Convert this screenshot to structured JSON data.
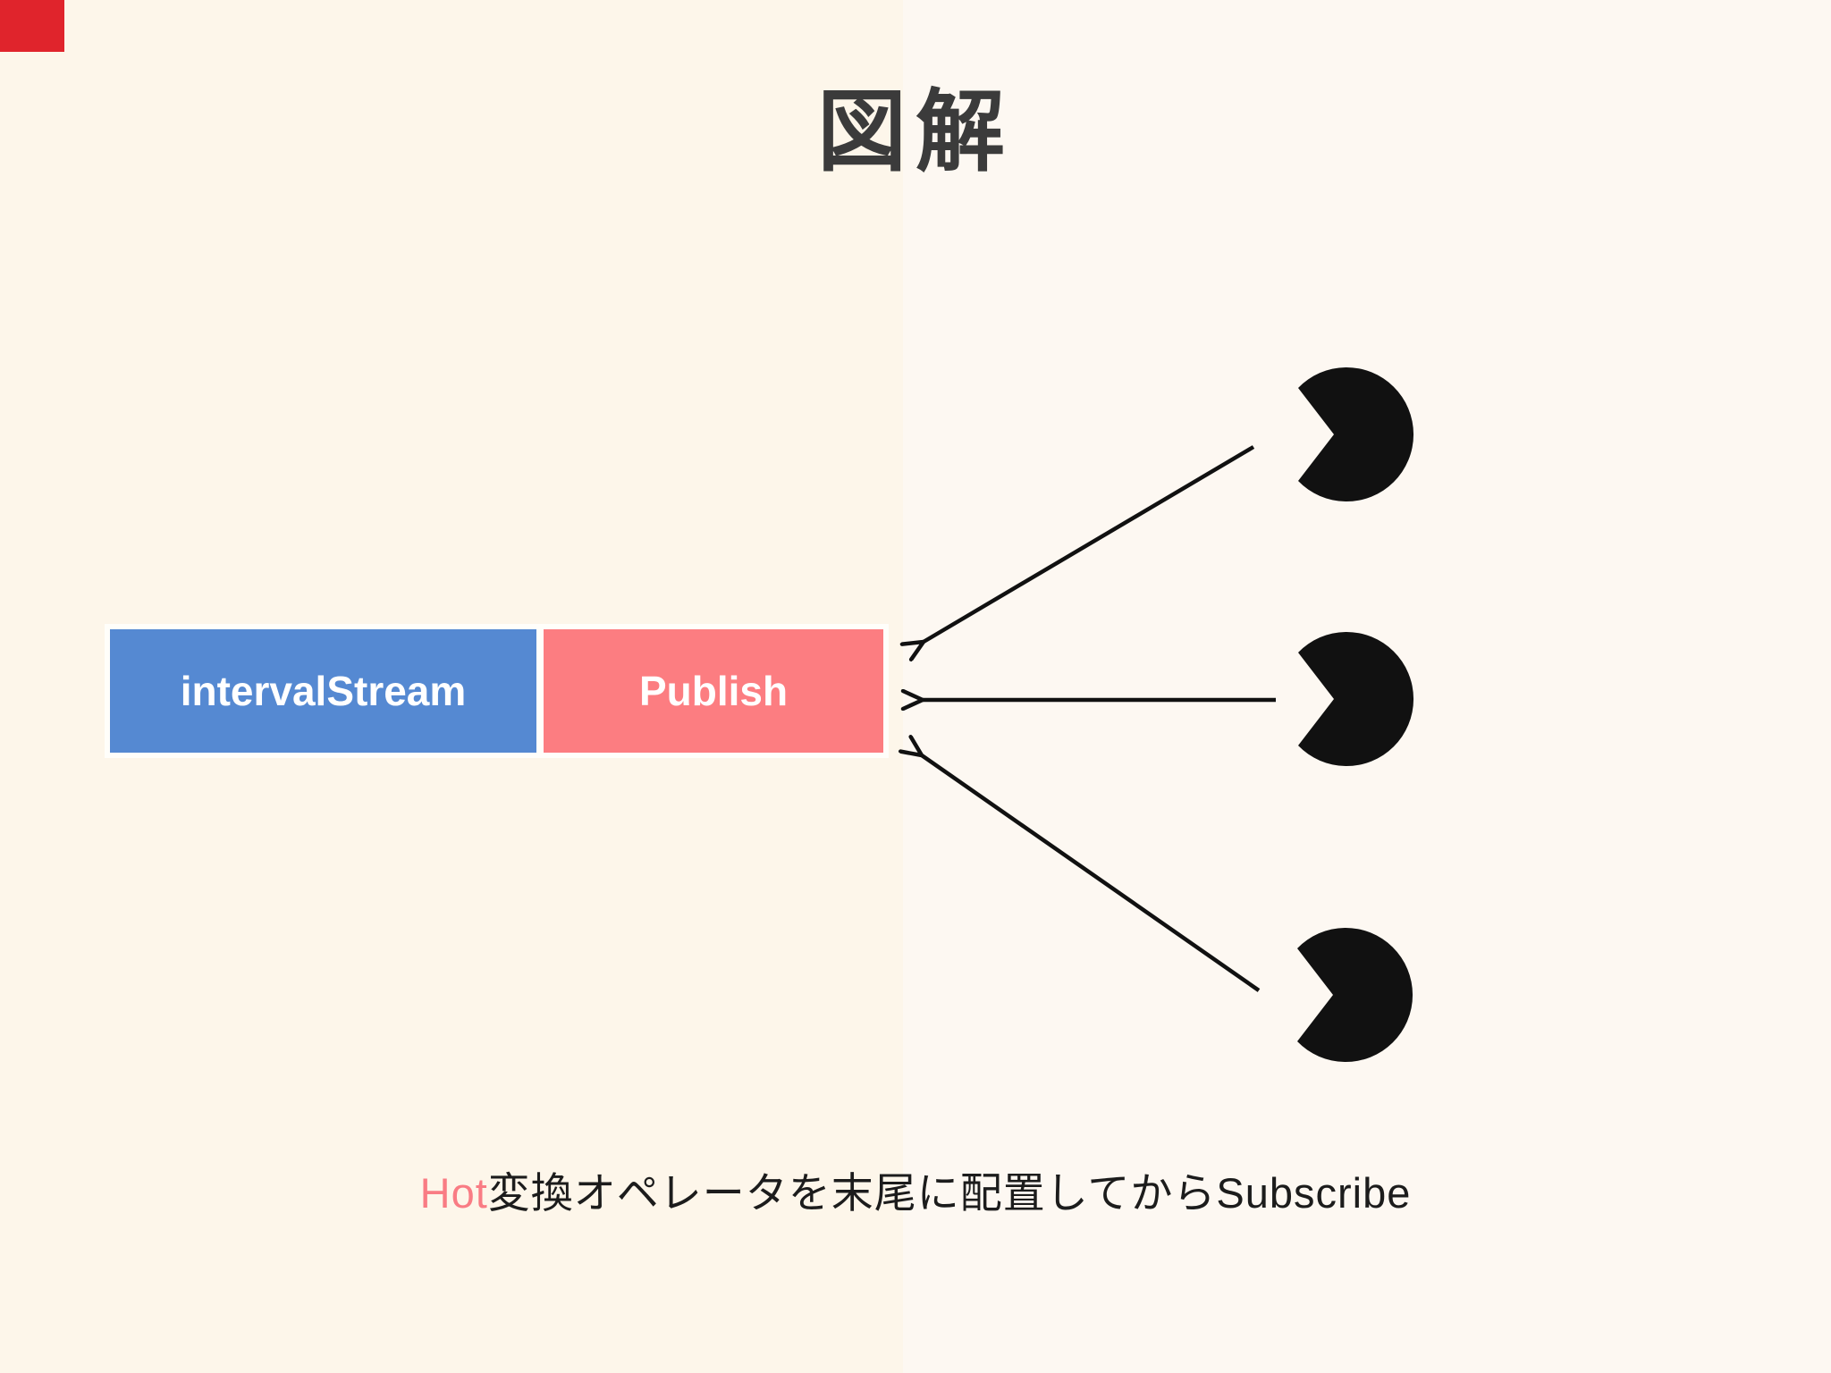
{
  "slide": {
    "title": "図解",
    "stream_bar": {
      "segments": [
        {
          "label": "intervalStream",
          "color": "#5589d2"
        },
        {
          "label": "Publish",
          "color": "#fc7d81"
        }
      ],
      "border_color": "#fffefa"
    },
    "subscribers": {
      "count": 3,
      "icon": "pacman-subscriber-icon",
      "color": "#111111"
    },
    "arrows": {
      "count": 3,
      "direction": "from subscribers to Publish box",
      "color": "#111111"
    },
    "caption": {
      "highlight": "Hot",
      "rest": "変換オペレータを末尾に配置してからSubscribe"
    },
    "colors": {
      "background": "#fdf6ea",
      "background_right": "#fdf8f2",
      "title_text": "#3b3b3b",
      "caption_text": "#1c1c1c",
      "caption_highlight": "#f97c84",
      "box_blue": "#5589d2",
      "box_pink": "#fc7d81",
      "box_border": "#fffefa",
      "ink": "#111111",
      "corner_accent": "#e0242c"
    }
  }
}
